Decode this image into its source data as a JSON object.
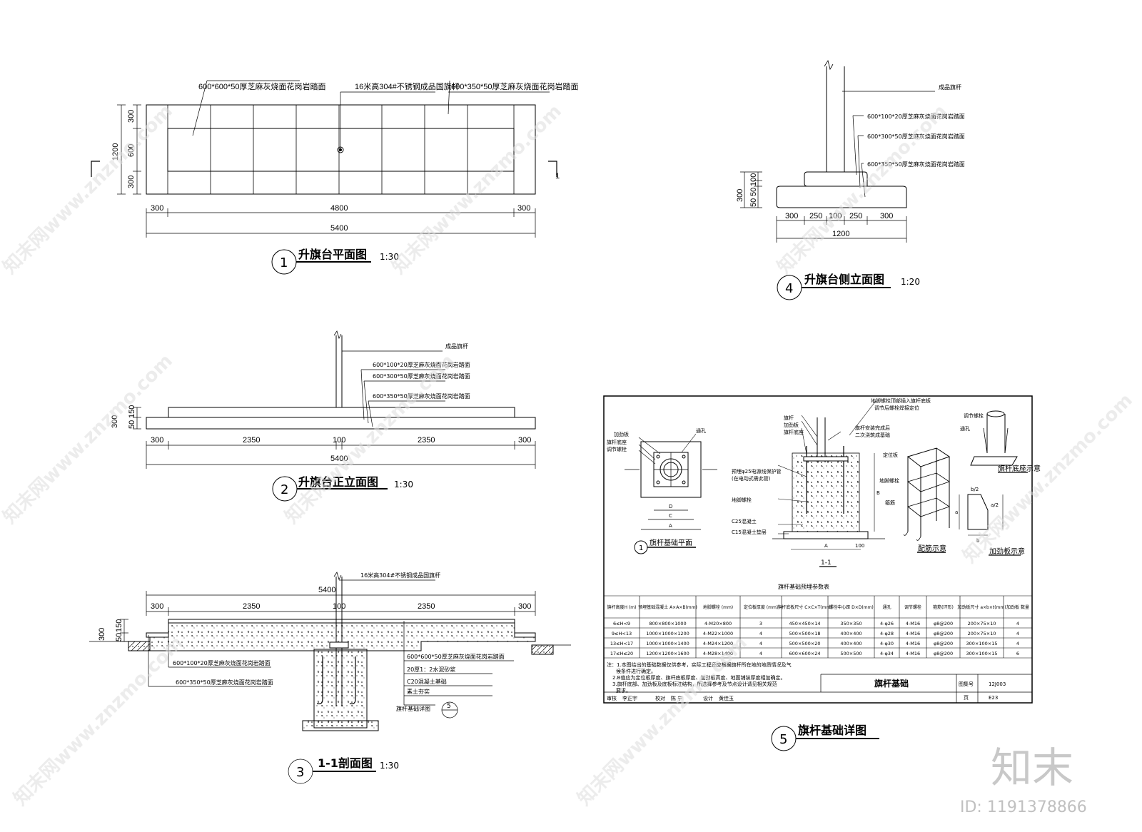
{
  "drawing1": {
    "num": "1",
    "title": "升旗台平面图",
    "scale": "1:30",
    "label_paving_a": "600*600*50厚芝麻灰烧面花岗岩踏面",
    "label_flagpole": "16米高304#不锈钢成品国旗杆",
    "label_paving_b": "600*350*50厚芝麻灰烧面花岗岩踏面",
    "dims_v": [
      "300",
      "600",
      "300"
    ],
    "dim_v_total": "1200",
    "dims_h": [
      "300",
      "4800",
      "300"
    ],
    "dim_h_total": "5400",
    "section_mark": "1"
  },
  "drawing2": {
    "num": "2",
    "title": "升旗台正立面图",
    "scale": "1:30",
    "labels": [
      "成品旗杆",
      "600*100*20厚芝麻灰烧面花岗岩踏面",
      "600*300*50厚芝麻灰烧面花岗岩踏面",
      "600*350*50厚芝麻灰烧面花岗岩踏面"
    ],
    "dims_v": [
      "300",
      "150",
      "50"
    ],
    "dims_h": [
      "300",
      "2350",
      "100",
      "2350",
      "300"
    ],
    "dim_h_total": "5400"
  },
  "drawing3": {
    "num": "3",
    "title": "1-1剖面图",
    "scale": "1:30",
    "label_flagpole": "16米高304#不锈钢成品国旗杆",
    "dim_total": "5400",
    "dims_h": [
      "300",
      "2350",
      "100",
      "2350",
      "300"
    ],
    "dims_v": [
      "300",
      "150",
      "50"
    ],
    "labels_left": [
      "600*100*20厚芝麻灰烧面花岗岩踏面",
      "600*350*50厚芝麻灰烧面花岗岩踏面"
    ],
    "labels_right": [
      "600*600*50厚芝麻灰烧面花岗岩踏面",
      "20厚1：2水泥砂浆",
      "C20混凝土基础",
      "素土夯实",
      "旗杆基础详图"
    ],
    "detail_ref": "5"
  },
  "drawing4": {
    "num": "4",
    "title": "升旗台侧立面图",
    "scale": "1:20",
    "labels": [
      "成品旗杆",
      "600*100*20厚芝麻灰烧面花岗岩踏面",
      "600*300*50厚芝麻灰烧面花岗岩踏面",
      "600*350*50厚芝麻灰烧面花岗岩踏面"
    ],
    "dims_v": [
      "300",
      "100",
      "50",
      "50"
    ],
    "dims_h": [
      "300",
      "250",
      "100",
      "250",
      "300"
    ],
    "dim_h_total": "1200"
  },
  "drawing5": {
    "num": "5",
    "title": "旗杆基础详图",
    "plan_title": "旗杆基础平面",
    "plan_num": "1",
    "plan_labels": [
      "加劲板",
      "旗杆底座",
      "调节螺栓",
      "通孔"
    ],
    "plan_dims": [
      "D",
      "C",
      "A"
    ],
    "sec_labels_top": [
      "地脚螺栓顶部插入旗杆底板",
      "调节后螺栓焊接定位",
      "旗杆",
      "加劲板",
      "旗杆底座",
      "旗杆安装完成后",
      "二次浇筑成基础"
    ],
    "sec_labels_side": [
      "预埋φ25电源线保护管",
      "(在电动式需此管)",
      "地脚螺栓",
      "C25混凝土",
      "C15混凝土垫层"
    ],
    "sec_dims": [
      "A",
      "100",
      "B"
    ],
    "sec_title": "1-1",
    "rebar_labels": [
      "定位板",
      "地脚螺栓",
      "箍筋",
      "配筋示意"
    ],
    "base_labels": [
      "调节螺栓",
      "通孔",
      "旗杆底座示意"
    ],
    "plate_labels": [
      "加劲板示意",
      "b/2",
      "a",
      "a/2",
      "b"
    ],
    "table_title": "旗杆基础预埋参数表",
    "table_headers": [
      "旗杆高度H (m)",
      "预埋基础混凝土 A×A×B(mm)",
      "地脚螺栓 (mm)",
      "定位板厚度 (mm)",
      "旗杆底板尺寸 C×C×T(mm)",
      "螺栓中心距 D×D(mm)",
      "通孔",
      "调节螺栓",
      "箍筋(环形)",
      "加劲板尺寸 a×b×t(mm)",
      "加劲板 数量"
    ],
    "table_rows": [
      [
        "6≤H<9",
        "800×800×1000",
        "4-M20×800",
        "3",
        "450×450×14",
        "350×350",
        "4-φ26",
        "4-M16",
        "φ8@200",
        "200×75×10",
        "4"
      ],
      [
        "9≤H<13",
        "1000×1000×1200",
        "4-M22×1000",
        "4",
        "500×500×18",
        "400×400",
        "4-φ28",
        "4-M16",
        "φ8@200",
        "200×75×10",
        "4"
      ],
      [
        "13≤H<17",
        "1000×1000×1400",
        "4-M24×1200",
        "4",
        "500×500×20",
        "400×400",
        "4-φ30",
        "4-M16",
        "φ8@200",
        "300×100×15",
        "4"
      ],
      [
        "17≤H≤20",
        "1200×1200×1600",
        "4-M28×1400",
        "4",
        "600×600×24",
        "500×500",
        "4-φ34",
        "4-M16",
        "φ8@200",
        "300×100×15",
        "6"
      ]
    ],
    "notes": [
      "注：1.本图给出的基础数据仅供参考，实际工程还应根据旗杆所在地的地质情况及气",
      "候条件进行确定。",
      "2.B值应为定位板厚度、旗杆底板厚度、加劲板高度、地面铺装厚度相加确定。",
      "3.旗杆底部、加劲板及底板标注结构，所选择参考及节点设计请见相关规范",
      "要求。"
    ],
    "tb_title": "旗杆基础",
    "tb_atlas_label": "图集号",
    "tb_atlas": "12J003",
    "tb_page_label": "页",
    "tb_page": "E23",
    "tb_row": [
      "审核",
      "李正宇",
      "校对",
      "陈 宁",
      "设计",
      "黄佳玉"
    ]
  },
  "watermark": {
    "site": "知末网www.znzmo.com",
    "brand": "知末",
    "id": "ID: 1191378866"
  }
}
